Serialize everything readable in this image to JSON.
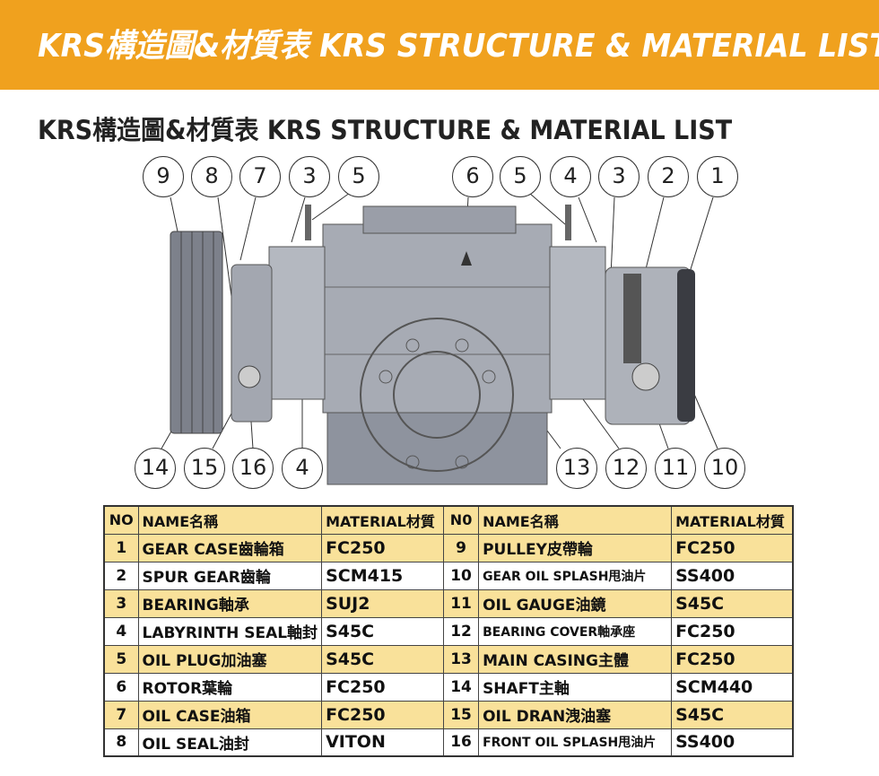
{
  "banner_title": "KRS構造圖&材質表 KRS STRUCTURE & MATERIAL LIST",
  "heading": "KRS構造圖&材質表 KRS STRUCTURE & MATERIAL LIST",
  "callouts_top": [
    "9",
    "8",
    "7",
    "3",
    "5",
    "6",
    "5",
    "4",
    "3",
    "2",
    "1"
  ],
  "callouts_bottom": [
    "14",
    "15",
    "16",
    "4",
    "13",
    "12",
    "11",
    "10"
  ],
  "table": {
    "headers": {
      "no": "NO",
      "name": "NAME名稱",
      "material": "MATERIAL材質",
      "no2": "N0"
    },
    "rows": [
      {
        "l_no": "1",
        "l_name": "GEAR CASE齒輪箱",
        "l_mat": "FC250",
        "r_no": "9",
        "r_name": "PULLEY皮帶輪",
        "r_mat": "FC250"
      },
      {
        "l_no": "2",
        "l_name": "SPUR GEAR齒輪",
        "l_mat": "SCM415",
        "r_no": "10",
        "r_name": "GEAR OIL SPLASH甩油片",
        "r_mat": "SS400"
      },
      {
        "l_no": "3",
        "l_name": "BEARING軸承",
        "l_mat": "SUJ2",
        "r_no": "11",
        "r_name": "OIL GAUGE油鏡",
        "r_mat": "S45C"
      },
      {
        "l_no": "4",
        "l_name": "LABYRINTH SEAL軸封",
        "l_mat": "S45C",
        "r_no": "12",
        "r_name": "BEARING COVER軸承座",
        "r_mat": "FC250"
      },
      {
        "l_no": "5",
        "l_name": "OIL PLUG加油塞",
        "l_mat": "S45C",
        "r_no": "13",
        "r_name": "MAIN CASING主體",
        "r_mat": "FC250"
      },
      {
        "l_no": "6",
        "l_name": "ROTOR葉輪",
        "l_mat": "FC250",
        "r_no": "14",
        "r_name": "SHAFT主軸",
        "r_mat": "SCM440"
      },
      {
        "l_no": "7",
        "l_name": "OIL CASE油箱",
        "l_mat": "FC250",
        "r_no": "15",
        "r_name": "OIL DRAN洩油塞",
        "r_mat": "S45C"
      },
      {
        "l_no": "8",
        "l_name": "OIL SEAL油封",
        "l_mat": "VITON",
        "r_no": "16",
        "r_name": "FRONT OIL SPLASH甩油片",
        "r_mat": "SS400"
      }
    ]
  }
}
